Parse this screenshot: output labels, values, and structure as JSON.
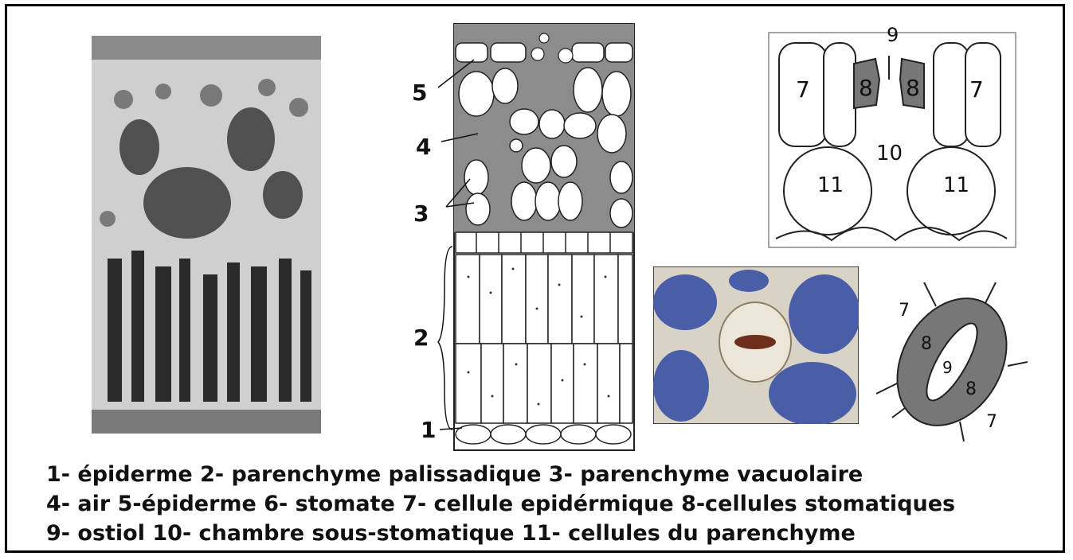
{
  "diagram_labels": {
    "l1": "1",
    "l2": "2",
    "l3": "3",
    "l4": "4",
    "l5": "5",
    "l7a": "7",
    "l7b": "7",
    "l8a": "8",
    "l8b": "8",
    "l9": "9",
    "l10": "10",
    "l11a": "11",
    "l11b": "11",
    "s7a": "7",
    "s7b": "7",
    "s8a": "8",
    "s8b": "8",
    "s9": "9"
  },
  "legend": {
    "line1": "1- épiderme  2- parenchyme palissadique  3- parenchyme vacuolaire",
    "line2": "4- air 5-épiderme 6- stomate  7- cellule epidérmique 8-cellules stomatiques",
    "line3": "9- ostiol 10- chambre sous-stomatique 11- cellules du parenchyme"
  }
}
